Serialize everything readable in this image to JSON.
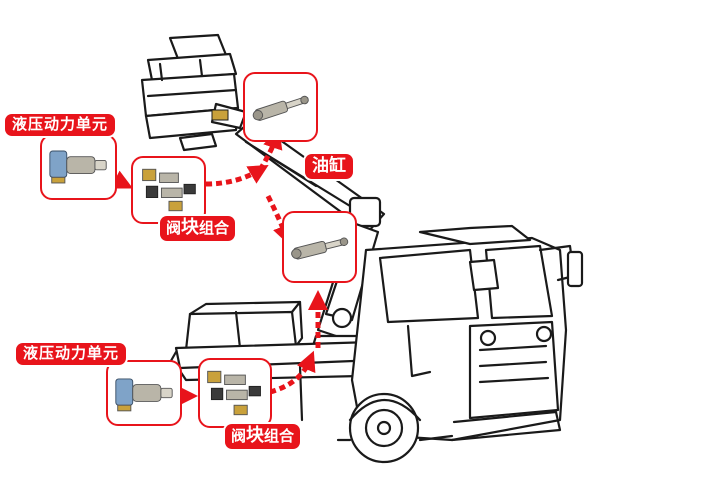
{
  "labels": {
    "power_unit_top": "液压动力单元",
    "power_unit_bottom": "液压动力单元",
    "cylinder": "油缸",
    "valve_block_top_1": "阀",
    "valve_block_top_2": "块",
    "valve_block_top_3": "组合",
    "valve_block_bottom_1": "阀",
    "valve_block_bottom_2": "块",
    "valve_block_bottom_3": "组合"
  },
  "colors": {
    "accent_red": "#e8141b",
    "line": "#1a1a1a",
    "motor_blue": "#7fa3c8",
    "metal": "#b9b5a8",
    "valve_gold": "#c9a13b"
  },
  "icons": {
    "truck": "aerial-work-truck-illustration",
    "cylinder": "hydraulic-cylinder-icon",
    "power_unit": "hydraulic-power-unit-icon",
    "valve_block": "valve-block-icon",
    "arrow": "dashed-arrow-icon"
  }
}
